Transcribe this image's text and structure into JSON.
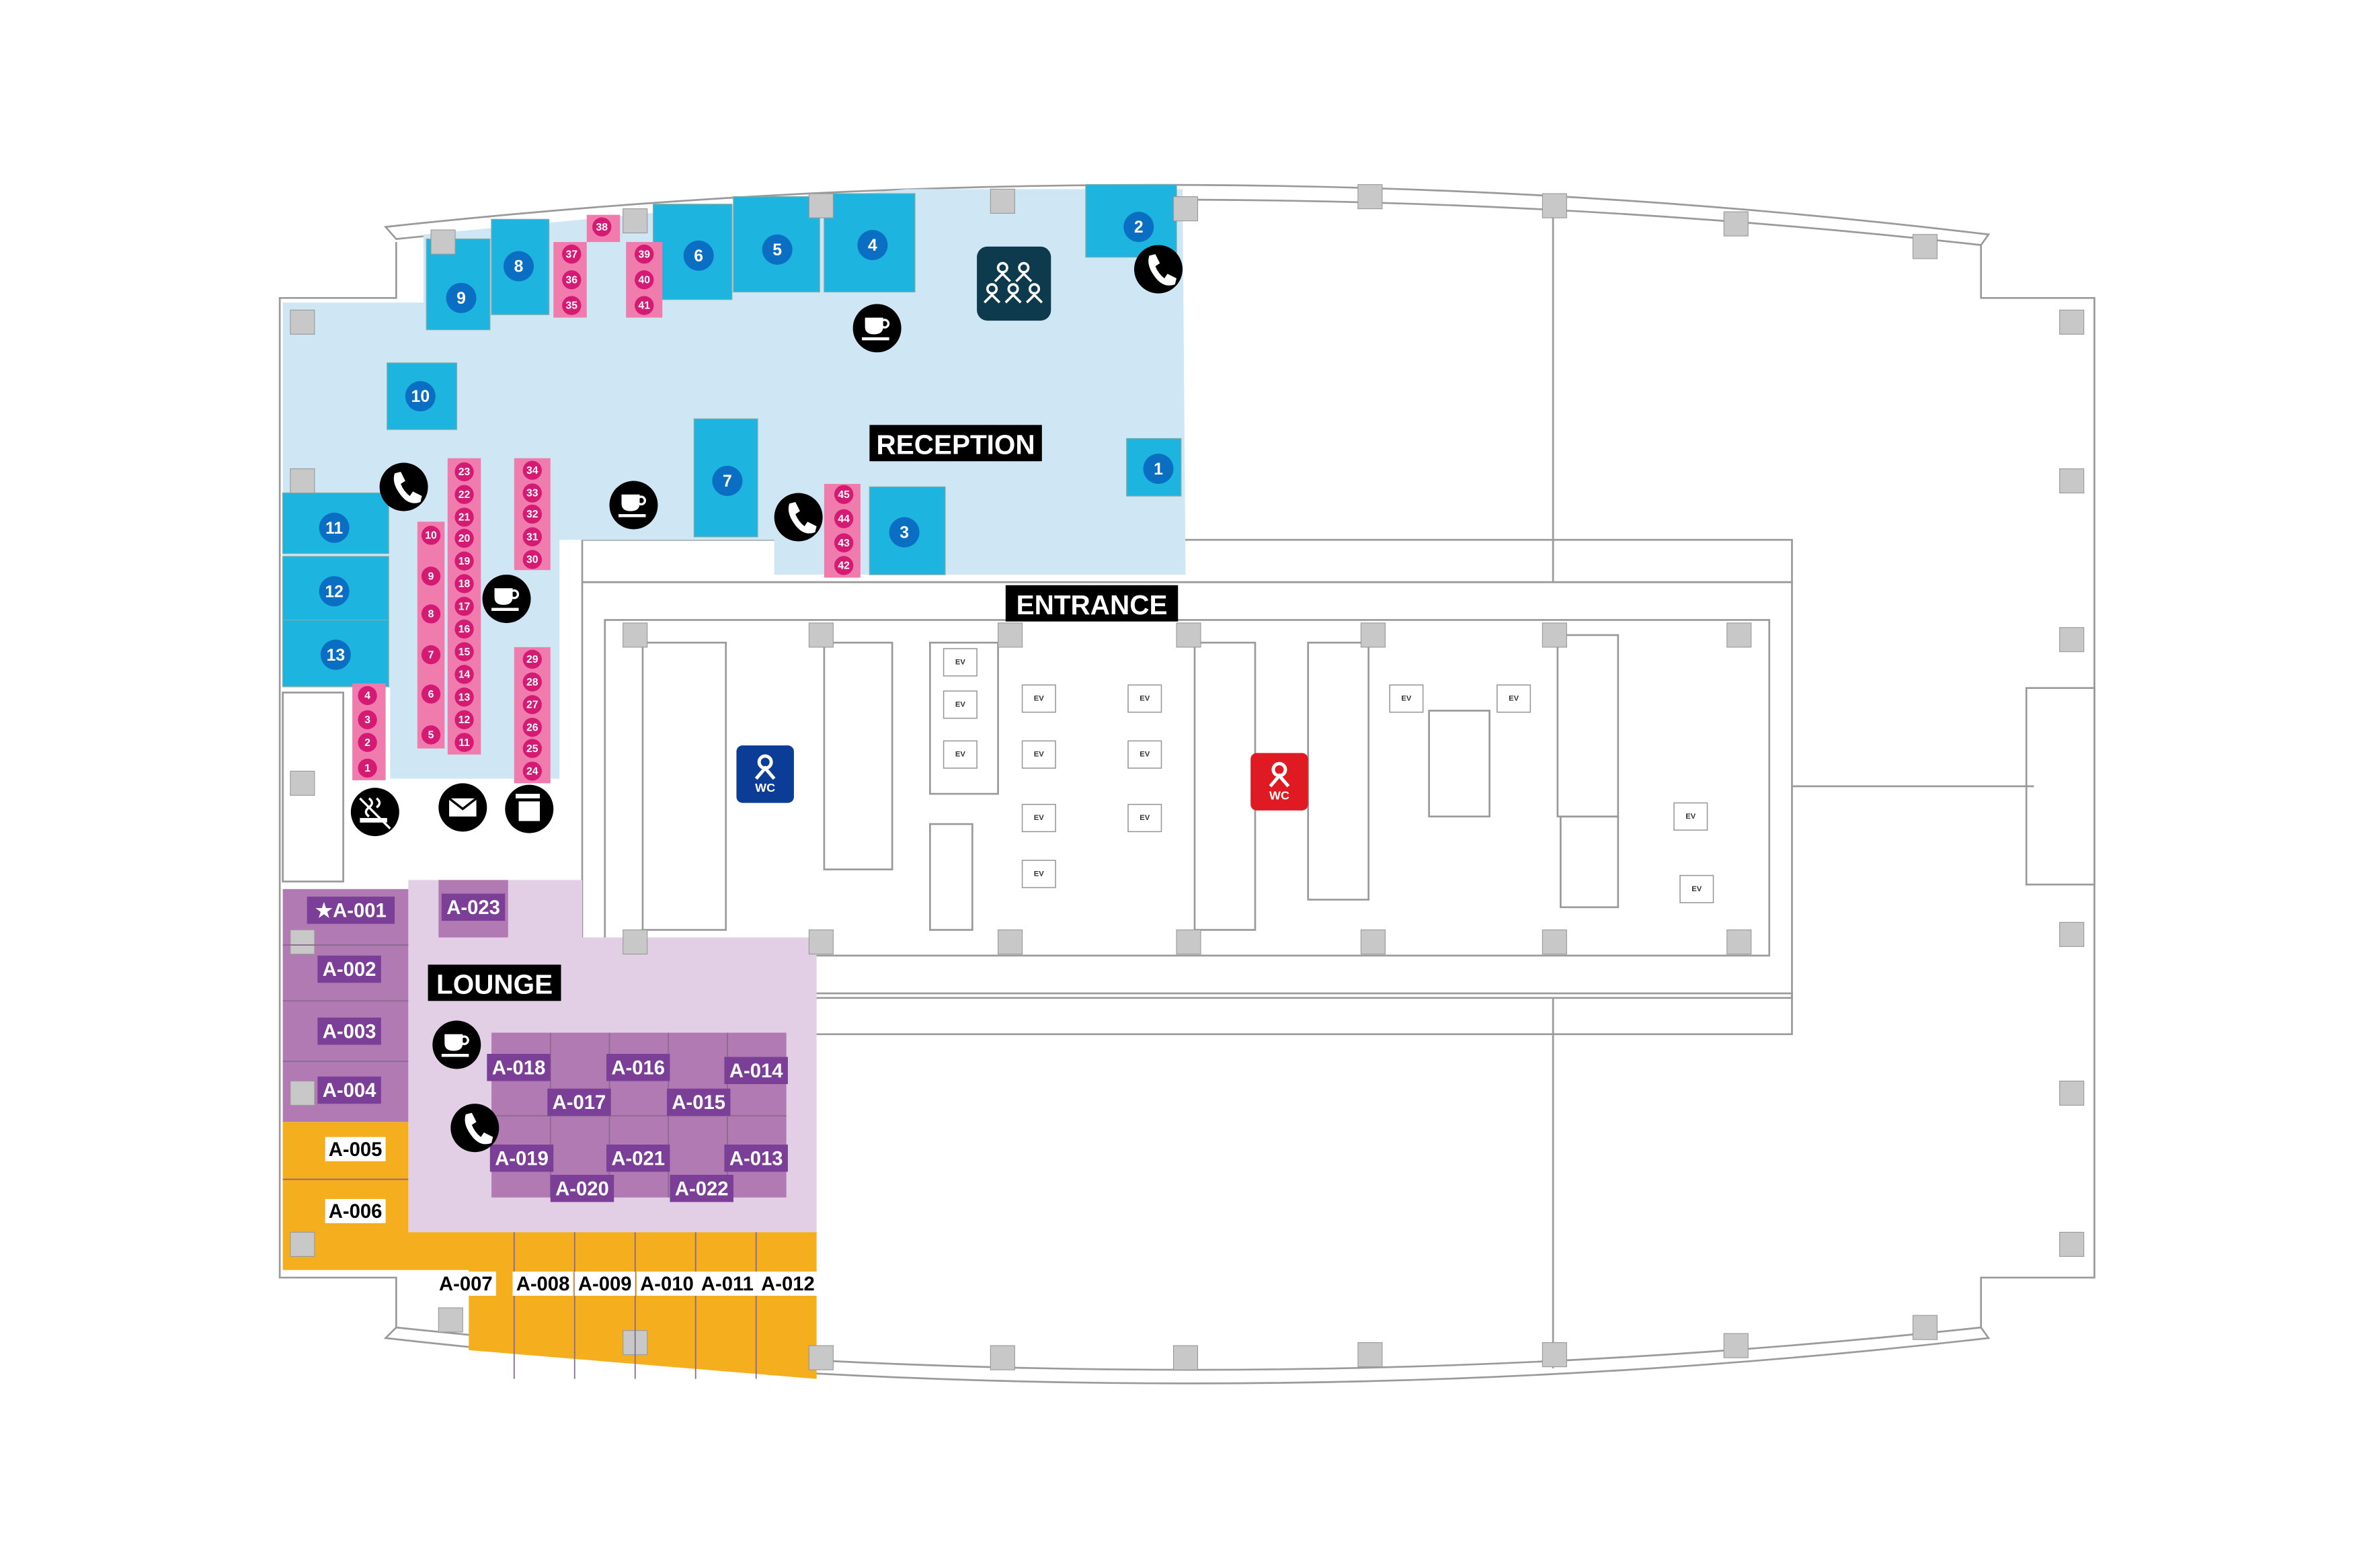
{
  "colors": {
    "reception_zone": "#cfe7f4",
    "meeting_room": "#1eb4e0",
    "room_badge": "#0a6fc2",
    "seat": "#f07cad",
    "seat_badge": "#d41a72",
    "lounge_zone": "#e3cfe5",
    "private_office": "#b27ab3",
    "office_label": "#7b3f97",
    "open_office": "#f5ae1e",
    "wc_men": "#0b3c96",
    "wc_women": "#e01a22",
    "meeting_icon_bg": "#0d3a4c"
  },
  "area_labels": {
    "reception": "RECEPTION",
    "entrance": "ENTRANCE",
    "lounge": "LOUNGE"
  },
  "meeting_rooms": [
    "1",
    "2",
    "3",
    "4",
    "5",
    "6",
    "7",
    "8",
    "9",
    "10",
    "11",
    "12",
    "13"
  ],
  "seats": [
    "1",
    "2",
    "3",
    "4",
    "5",
    "6",
    "7",
    "8",
    "9",
    "10",
    "11",
    "12",
    "13",
    "14",
    "15",
    "16",
    "17",
    "18",
    "19",
    "20",
    "21",
    "22",
    "23",
    "24",
    "25",
    "26",
    "27",
    "28",
    "29",
    "30",
    "31",
    "32",
    "33",
    "34",
    "35",
    "36",
    "37",
    "38",
    "39",
    "40",
    "41",
    "42",
    "43",
    "44",
    "45"
  ],
  "private_offices": [
    "★A-001",
    "A-002",
    "A-003",
    "A-004",
    "A-023",
    "A-018",
    "A-016",
    "A-014",
    "A-017",
    "A-015",
    "A-019",
    "A-021",
    "A-013",
    "A-020",
    "A-022"
  ],
  "open_offices": [
    "A-005",
    "A-006",
    "A-007",
    "A-008",
    "A-009",
    "A-010",
    "A-011",
    "A-012"
  ],
  "restrooms": {
    "men": "WC",
    "women": "WC"
  },
  "elevators": [
    "EV",
    "EV",
    "EV",
    "EV",
    "EV",
    "EV",
    "EV",
    "EV",
    "EV",
    "EV",
    "EV",
    "EV",
    "EV",
    "EV"
  ],
  "icons": {
    "phone": "phone-icon",
    "coffee": "coffee-icon",
    "meeting": "people-group-icon",
    "smoking": "smoking-icon",
    "mail": "mail-icon",
    "trash": "trash-icon",
    "restroom": "person-icon"
  }
}
